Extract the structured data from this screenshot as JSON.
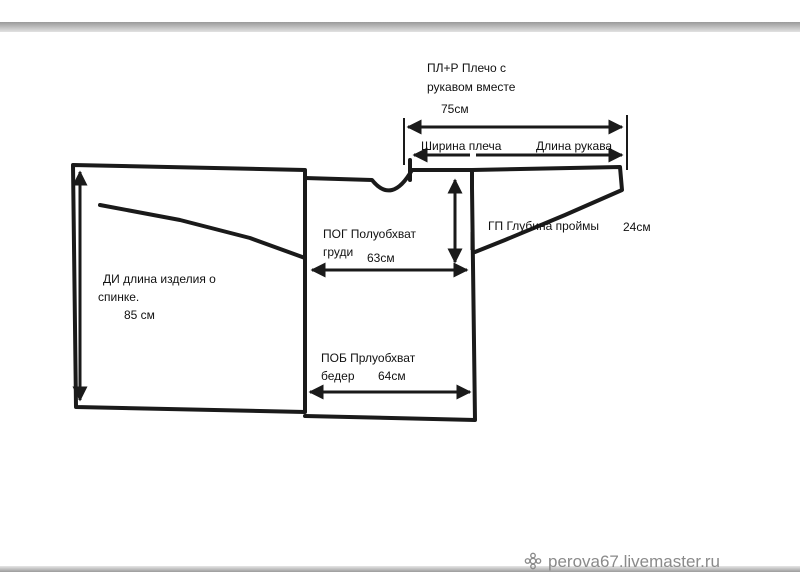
{
  "labels": {
    "shoulder_sleeve_line1": "ПЛ+Р Плечо с",
    "shoulder_sleeve_line2": "рукавом вместе",
    "shoulder_sleeve_value": "75см",
    "shoulder_width": "Ширина плеча",
    "sleeve_length": "Длина рукава",
    "chest_line1": "ПОГ Полуобхват",
    "chest_line2": "груди",
    "chest_value": "63см",
    "armhole": "ГП Глубина проймы",
    "armhole_value": "24см",
    "length_line1": "ДИ длина изделия  о",
    "length_line2": "спинке.",
    "length_value": "85 см",
    "hips_line1": "ПОБ Прлуобхват",
    "hips_line2": "бедер",
    "hips_value": "64см"
  },
  "watermark": {
    "text": "perova67.livemaster.ru"
  },
  "colors": {
    "stroke": "#1a1a1a",
    "watermark": "#8a8a8a"
  }
}
